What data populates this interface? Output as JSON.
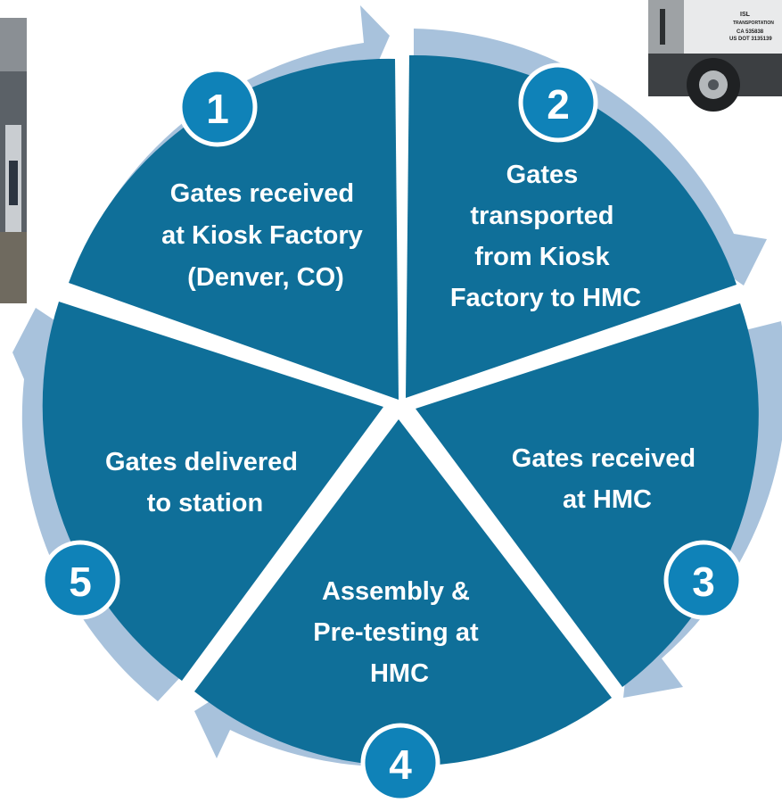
{
  "steps": [
    {
      "number": "1",
      "lines": [
        "Gates received",
        "at Kiosk Factory",
        "(Denver, CO)"
      ]
    },
    {
      "number": "2",
      "lines": [
        "Gates",
        "transported",
        "from Kiosk",
        "Factory to HMC"
      ]
    },
    {
      "number": "3",
      "lines": [
        "Gates received",
        "at HMC"
      ]
    },
    {
      "number": "4",
      "lines": [
        "Assembly &",
        "Pre-testing at",
        "HMC"
      ]
    },
    {
      "number": "5",
      "lines": [
        "Gates delivered",
        "to station"
      ]
    }
  ],
  "truck_photo": {
    "text_lines": [
      "ISL",
      "TRANSPORTATION",
      "CA 535838",
      "US DOT 3135139"
    ]
  },
  "colors": {
    "segment_fill": "#0f6f99",
    "ring_arrow": "#a8c2dc",
    "badge_fill": "#0f82b8",
    "badge_stroke": "#ffffff",
    "text": "#ffffff"
  }
}
